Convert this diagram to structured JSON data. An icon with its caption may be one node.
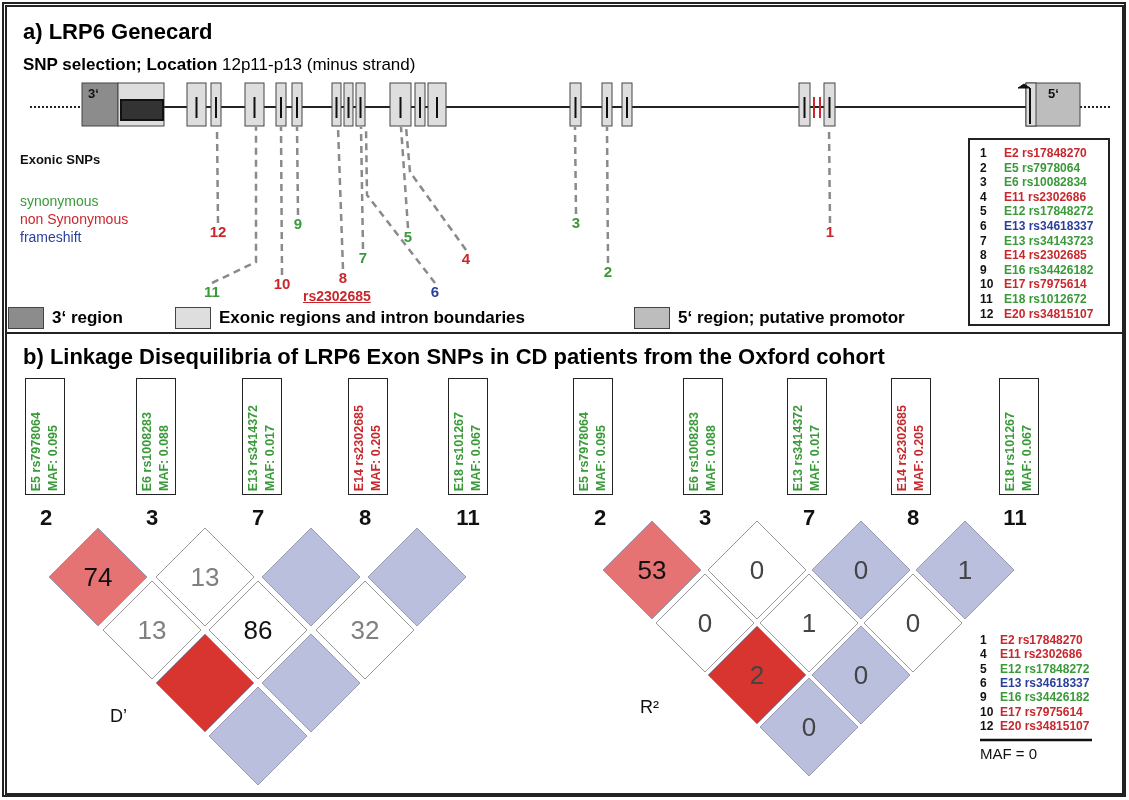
{
  "diagram": {
    "nodes": [
      {
        "text": [
          "a) LRP6 Genecard",
          "**SNP selection; Location** 12p11-p13 (minus strand)"
        ]
      },
      {
        "text": [
          "12"
        ],
        "in": 0
      },
      {
        "text": [
          "11"
        ],
        "in": 0
      },
      {
        "text": [
          "10"
        ],
        "in": 0
      },
      {
        "text": [
          "9"
        ],
        "in": 0
      },
      {
        "text": [
          "8"
        ],
        "in": 0,
        "beside": [
          "rs2302685"
        ]
      },
      {
        "text": [
          "7"
        ],
        "in": 0
      },
      {
        "text": [
          "6"
        ],
        "in": 0
      },
      {
        "text": [
          "5"
        ],
        "in": 0
      },
      {
        "text": [
          "4"
        ],
        "in": 0
      },
      {
        "text": [
          "3"
        ],
        "in": 0
      },
      {
        "text": [
          "2"
        ],
        "in": 0
      },
      {
        "text": [
          "1"
        ],
        "in": 0
      },
      {
        "text": [
          "1",
          "E2 rs17848270",
          "2",
          "E5 rs7978064",
          "3",
          "E6 rs10082834",
          "4",
          "E11 rs2302686",
          "5",
          "E12 rs17848272",
          "6",
          "E13 rs34618337",
          "7",
          "E13 rs34143723",
          "8",
          "E14 rs2302685",
          "9",
          "E16 rs34426182",
          "10",
          "E17 rs7975614",
          "11",
          "E18 rs1012672",
          "12",
          "E20 rs34815107"
        ],
        "in": 0
      },
      {
        "text": [
          "b) Linkage Disequilibria of LRP6 Exon SNPs in CD patients from the Oxford cohort"
        ]
      },
      {
        "text": [
          "E5 rs7978064",
          "MAF: 0.095"
        ],
        "in": 14
      },
      {
        "text": [
          "E6 rs1008283",
          "MAF: 0.088"
        ],
        "in": 14
      },
      {
        "text": [
          "E13 rs3414372",
          "MAF: 0.017"
        ],
        "in": 14
      },
      {
        "text": [
          "E14 rs2302685",
          "MAF: 0.205"
        ],
        "in": 14
      },
      {
        "text": [
          "E18 rs101267",
          "MAF: 0.067"
        ],
        "in": 14
      },
      {
        "text": [
          "E5 rs7978064",
          "MAF: 0.095"
        ],
        "in": 14
      },
      {
        "text": [
          "E6 rs1008283",
          "MAF: 0.088"
        ],
        "in": 14
      },
      {
        "text": [
          "E13 rs3414372",
          "MAF: 0.017"
        ],
        "in": 14
      },
      {
        "text": [
          "E14 rs2302685",
          "MAF: 0.205"
        ],
        "in": 14
      },
      {
        "text": [
          "E18 rs101267",
          "MAF: 0.067"
        ],
        "in": 14
      },
      {
        "text": [
          "74"
        ],
        "in": 14
      },
      {
        "text": [
          "13"
        ],
        "in": 14
      },
      {
        "text": [],
        "shape": "diamond",
        "in": 14
      },
      {
        "text": [],
        "shape": "diamond",
        "in": 14
      },
      {
        "text": [
          "13"
        ],
        "in": 14
      },
      {
        "text": [
          "86"
        ],
        "in": 14
      },
      {
        "text": [
          "32"
        ],
        "in": 14
      },
      {
        "text": [],
        "shape": "diamond",
        "in": 14
      },
      {
        "text": [],
        "shape": "diamond",
        "in": 14
      },
      {
        "text": [],
        "shape": "diamond",
        "in": 14
      },
      {
        "text": [
          "53"
        ],
        "in": 14
      },
      {
        "text": [
          "0"
        ],
        "in": 14
      },
      {
        "text": [
          "0"
        ],
        "in": 14
      },
      {
        "text": [
          "1"
        ],
        "in": 14
      },
      {
        "text": [
          "0"
        ],
        "in": 14
      },
      {
        "text": [
          "1"
        ],
        "in": 14
      },
      {
        "text": [
          "0"
        ],
        "in": 14
      },
      {
        "text": [
          "2"
        ],
        "in": 14
      },
      {
        "text": [
          "0"
        ],
        "in": 14
      },
      {
        "text": [
          "0"
        ],
        "in": 14
      },
      {
        "text": [],
        "shape": "picture",
        "in": 0
      }
    ],
    "edges": [
      {
        "from": 1,
        "to": 45,
        "arrow": "none",
        "style": "dashed"
      },
      {
        "from": 2,
        "to": 45,
        "arrow": "none",
        "style": "dashed"
      },
      {
        "from": 3,
        "to": 45,
        "arrow": "none",
        "style": "dashed"
      },
      {
        "from": 4,
        "to": 45,
        "arrow": "none",
        "style": "dashed"
      },
      {
        "from": 5,
        "to": 45,
        "arrow": "none",
        "style": "dashed"
      },
      {
        "from": 6,
        "to": 45,
        "arrow": "none",
        "style": "dashed"
      },
      {
        "from": 7,
        "to": 45,
        "arrow": "none",
        "style": "dashed"
      },
      {
        "from": 8,
        "to": 45,
        "arrow": "none",
        "style": "dashed"
      },
      {
        "from": 9,
        "to": 45,
        "arrow": "none",
        "style": "dashed"
      },
      {
        "from": 10,
        "to": 45,
        "arrow": "none",
        "style": "dashed"
      },
      {
        "from": 11,
        "to": 45,
        "arrow": "none",
        "style": "dashed"
      },
      {
        "from": 12,
        "to": 45,
        "arrow": "none",
        "style": "dashed"
      }
    ],
    "labels": [
      "3‘",
      "5‘",
      "Exonic SNPs",
      "synonymous",
      "non Synonymous",
      "frameshift",
      "2",
      "3",
      "7",
      "8",
      "11",
      "2",
      "3",
      "7",
      "8",
      "11",
      "D’",
      "R²",
      "1",
      "E2 rs17848270",
      "4",
      "E11 rs2302686",
      "5",
      "E12 rs17848272",
      "6",
      "E13 rs34618337",
      "9",
      "E16 rs34426182",
      "10",
      "E17 rs7975614",
      "12",
      "E20 rs34815107",
      "MAF = 0"
    ],
    "legend": [
      {
        "text": "3‘ region",
        "color": "#8c8c8c"
      },
      {
        "text": "Exonic regions and intron boundaries",
        "color": "#dedede"
      },
      {
        "text": "5‘ region; putative promotor",
        "color": "#bdbdbd"
      }
    ]
  }
}
